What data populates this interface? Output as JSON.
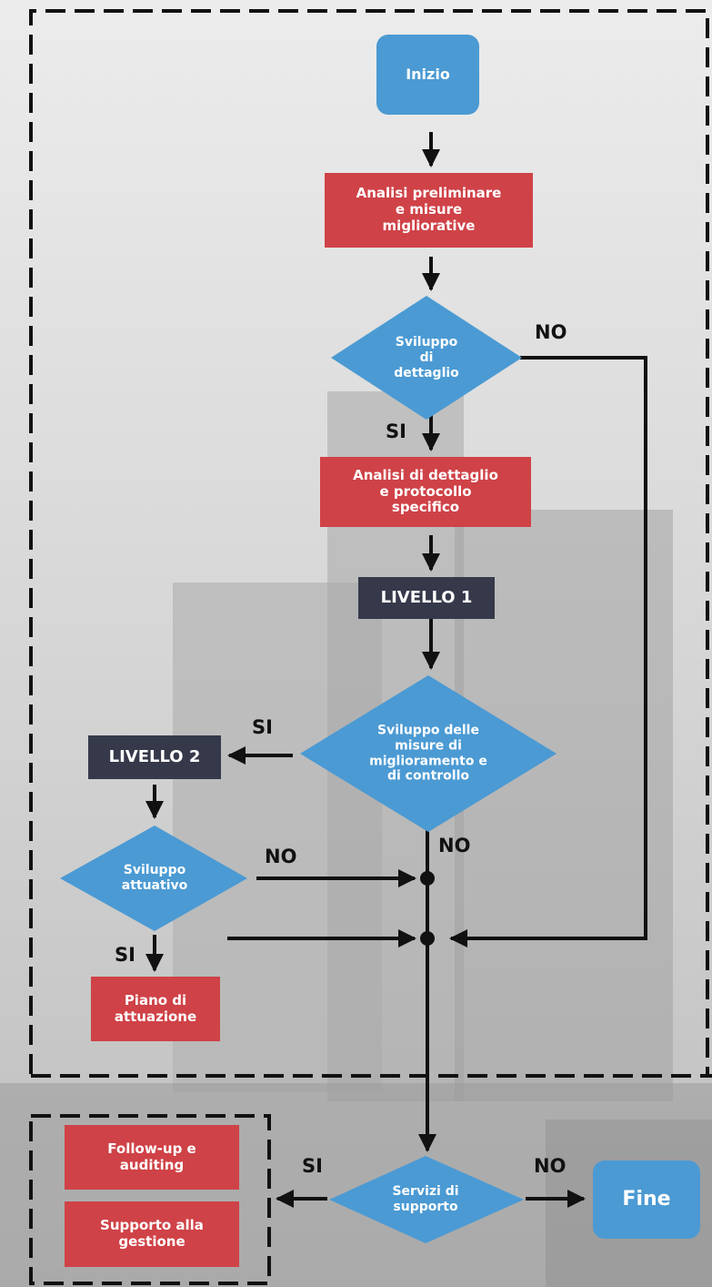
{
  "colors": {
    "process": "#cf4247",
    "level": "#35394a",
    "decision": "#4b9ad3",
    "terminal": "#4b9ad3",
    "line": "#111111"
  },
  "nodes": {
    "start": "Inizio",
    "preliminary_analysis": "Analisi preliminare\ne misure\nmigliorative",
    "decision_detail": "Sviluppo\ndi\ndettaglio",
    "detailed_analysis": "Analisi di dettaglio\ne protocollo\nspecifico",
    "level_1": "LIVELLO 1",
    "decision_measures": "Sviluppo delle\nmisure di\nmiglioramento e\ndi controllo",
    "level_2": "LIVELLO 2",
    "decision_implementation": "Sviluppo\nattuativo",
    "implementation_plan": "Piano di\nattuazione",
    "decision_support": "Servizi di\nsupporto",
    "follow_up": "Follow-up e\nauditing",
    "management_support": "Supporto alla\ngestione",
    "end": "Fine"
  },
  "edge_labels": {
    "yes": "SI",
    "no": "NO"
  }
}
